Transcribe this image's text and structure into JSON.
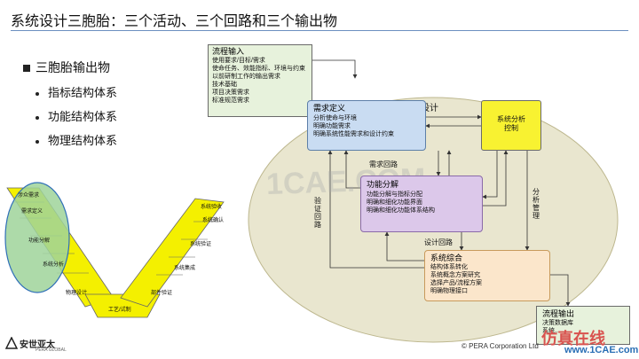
{
  "title": "系统设计三胞胎：三个活动、三个回路和三个输出物",
  "outline": {
    "heading": "三胞胎输出物",
    "items": [
      "指标结构体系",
      "功能结构体系",
      "物理结构体系"
    ]
  },
  "diagram": {
    "ellipse_title": "系统设计",
    "process_input": {
      "title": "流程输入",
      "lines": [
        "使用要求/目标/需求",
        "使命任务、效能指标、环境与约束",
        "以前研制工作的输出需求",
        "技术基础",
        "项目决策需求",
        "标准规范需求"
      ]
    },
    "requirements": {
      "title": "需求定义",
      "lines": [
        "分析使命与环境",
        "明确功能需求",
        "明确系统性能需求和设计约束"
      ]
    },
    "analysis": {
      "lines": [
        "系统分析",
        "控制"
      ]
    },
    "function": {
      "title": "功能分解",
      "lines": [
        "功能分解与指标分配",
        "明确和细化功能界面",
        "明确和细化功能体系结构"
      ]
    },
    "synthesis": {
      "title": "系统综合",
      "lines": [
        "结构体系转化",
        "系统概念方案研究",
        "选择产品/流程方案",
        "明确物理接口"
      ]
    },
    "process_output": {
      "title": "流程输出",
      "lines": [
        "决策数据库",
        "系统..."
      ]
    },
    "loops": {
      "requirement_loop": "需求回路",
      "verification_loop": "验证回路",
      "design_loop": "设计回路",
      "analysis_mgmt": "分析管理"
    },
    "v_model": {
      "left": [
        "涉众需求",
        "需求定义",
        "功能分解",
        "系统分析"
      ],
      "bottom_left": "物理设计",
      "bottom": "工艺/试制",
      "bottom_right": "部件验证",
      "right": [
        "系统验收",
        "系统确认",
        "系统验证",
        "系统集成"
      ]
    }
  },
  "footer": {
    "logo_text": "安世亚太",
    "logo_sub": "PERA GLOBAL",
    "copyright": "© PERA Corporation Ltd",
    "watermark_site": "仿真在线",
    "watermark_url": "www.1CAE.com",
    "watermark_center": "1CAE.COM"
  },
  "colors": {
    "ellipse_fill": "#e9e6cf",
    "requirements_fill": "#c9dcf2",
    "analysis_fill": "#f8f231",
    "function_fill": "#dcc8ea",
    "synthesis_fill": "#fbe6cb",
    "process_input_fill": "#e7f2dc",
    "v_yellow": "#f4f000",
    "v_green_circle": "#9fd39a"
  }
}
